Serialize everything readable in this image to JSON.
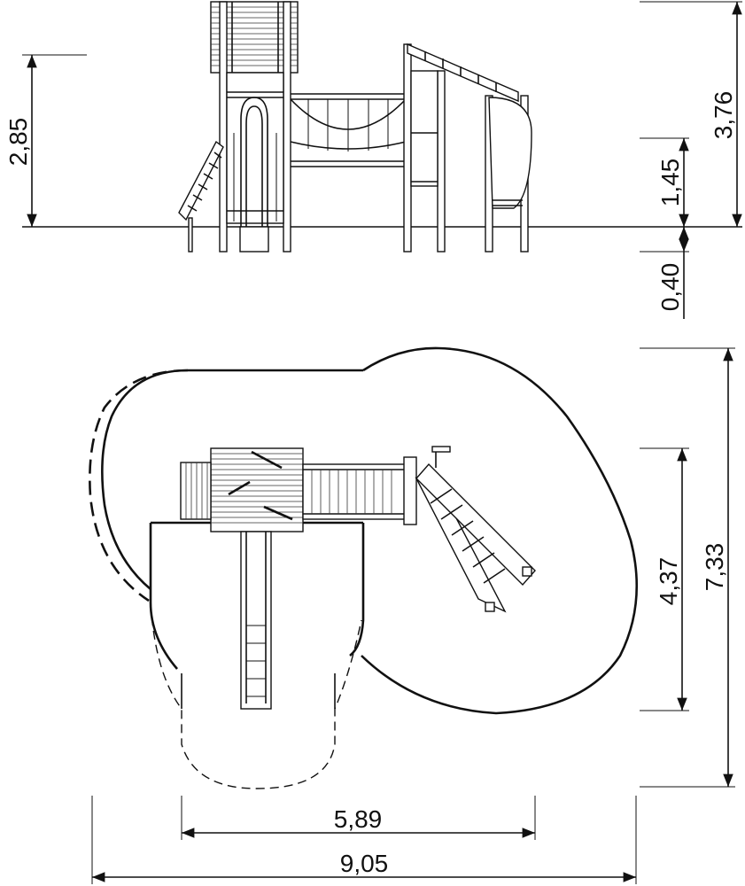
{
  "dimensions": {
    "elevation": {
      "platform_height": "2,85",
      "total_height": "3,76",
      "free_fall_height": "1,45",
      "foundation_depth": "0,40"
    },
    "plan": {
      "inner_depth": "4,37",
      "total_depth": "7,33",
      "inner_width": "5,89",
      "total_width": "9,05"
    }
  }
}
